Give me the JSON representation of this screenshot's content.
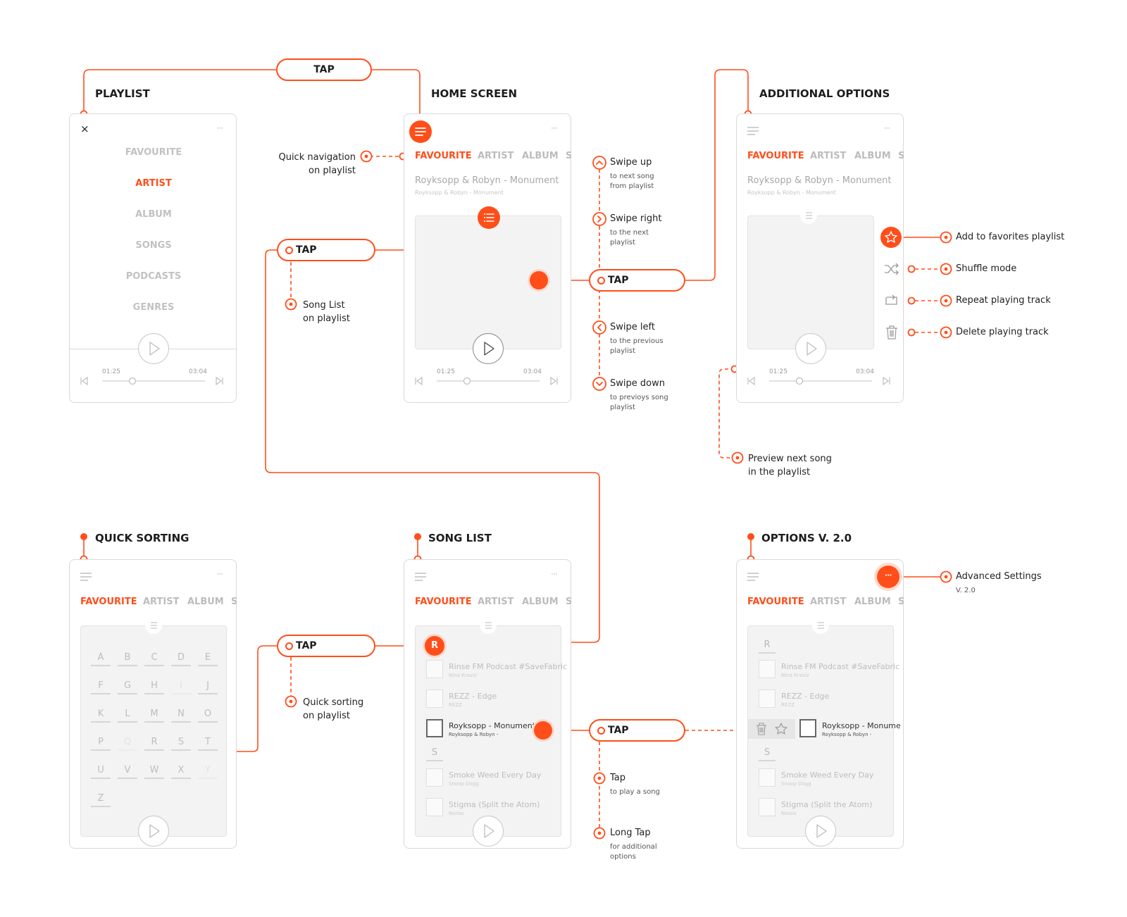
{
  "accent_color": "#ff4e1a",
  "screens": {
    "playlist": {
      "title": "PLAYLIST",
      "close_icon": "×",
      "more_icon": "···",
      "menu": [
        "FAVOURITE",
        "ARTIST",
        "ALBUM",
        "SONGS",
        "PODCASTS",
        "GENRES"
      ],
      "active_menu_index": 1,
      "time_elapsed": "01:25",
      "time_total": "03:04"
    },
    "home": {
      "title": "HOME SCREEN",
      "tabs": [
        "FAVOURITE",
        "ARTIST",
        "ALBUM",
        "S"
      ],
      "now_playing_title": "Royksopp & Robyn - Monument",
      "now_playing_sub": "Royksopp & Robyn - Monument",
      "time_elapsed": "01:25",
      "time_total": "03:04"
    },
    "additional_options": {
      "title": "ADDITIONAL OPTIONS",
      "tabs": [
        "FAVOURITE",
        "ARTIST",
        "ALBUM",
        "S"
      ],
      "now_playing_title": "Royksopp & Robyn - Monument",
      "now_playing_sub": "Royksopp & Robyn - Monument",
      "time_elapsed": "01:25",
      "time_total": "03:04"
    },
    "quick_sorting": {
      "title": "QUICK SORTING",
      "tabs": [
        "FAVOURITE",
        "ARTIST",
        "ALBUM",
        "S"
      ],
      "letters": [
        "A",
        "B",
        "C",
        "D",
        "E",
        "F",
        "G",
        "H",
        "I",
        "J",
        "K",
        "L",
        "M",
        "N",
        "O",
        "P",
        "Q",
        "R",
        "S",
        "T",
        "U",
        "V",
        "W",
        "X",
        "Y",
        "Z"
      ],
      "faint_letters": [
        "I",
        "Q",
        "Y"
      ]
    },
    "song_list": {
      "title": "SONG LIST",
      "tabs": [
        "FAVOURITE",
        "ARTIST",
        "ALBUM",
        "S"
      ],
      "section_r": "R",
      "section_s": "S",
      "songs": [
        {
          "title": "Rinse FM Podcast #SaveFabric",
          "artist": "Nina Kraviz"
        },
        {
          "title": "REZZ - Edge",
          "artist": "REZZ"
        },
        {
          "title": "Royksopp - Monument",
          "artist": "Royksopp & Robyn -"
        },
        {
          "title": "Smoke Weed Every Day",
          "artist": "Snoop Dogg"
        },
        {
          "title": "Stigma (Split the Atom)",
          "artist": "Noisia"
        }
      ]
    },
    "options_v2": {
      "title": "OPTIONS V. 2.0",
      "tabs": [
        "FAVOURITE",
        "ARTIST",
        "ALBUM",
        "S"
      ],
      "more_button": "···",
      "section_r": "R",
      "section_s": "S",
      "songs": [
        {
          "title": "Rinse FM Podcast #SaveFabric",
          "artist": "Nina Kraviz"
        },
        {
          "title": "REZZ - Edge",
          "artist": "REZZ"
        },
        {
          "title": "Royksopp - Monume",
          "artist": "Royksopp & Robyn -"
        },
        {
          "title": "Smoke Weed Every Day",
          "artist": "Snoop Dogg"
        },
        {
          "title": "Stigma (Split the Atom)",
          "artist": "Noisia"
        }
      ]
    }
  },
  "tap_label": "TAP",
  "annotations": {
    "quick_navigation": "Quick navigation\non playlist",
    "song_list_playlist": "Song List\non playlist",
    "quick_sorting_playlist": "Quick sorting\non playlist",
    "preview_next": "Preview next song\nin the playlist",
    "swipe_up": {
      "title": "Swipe up",
      "sub": "to next song\nfrom playlist"
    },
    "swipe_right": {
      "title": "Swipe right",
      "sub": "to the next\nplaylist"
    },
    "swipe_left": {
      "title": "Swipe left",
      "sub": "to the previous\nplaylist"
    },
    "swipe_down": {
      "title": "Swipe down",
      "sub": "to previoys song\nplaylist"
    },
    "tap_song": {
      "title": "Tap",
      "sub": "to play a song"
    },
    "long_tap": {
      "title": "Long Tap",
      "sub": "for additional\noptions"
    },
    "add_favorites": "Add to favorites playlist",
    "shuffle": "Shuffle mode",
    "repeat": "Repeat playing track",
    "delete": "Delete playing track",
    "advanced": {
      "title": "Advanced Settings",
      "sub": "V. 2.0"
    }
  }
}
